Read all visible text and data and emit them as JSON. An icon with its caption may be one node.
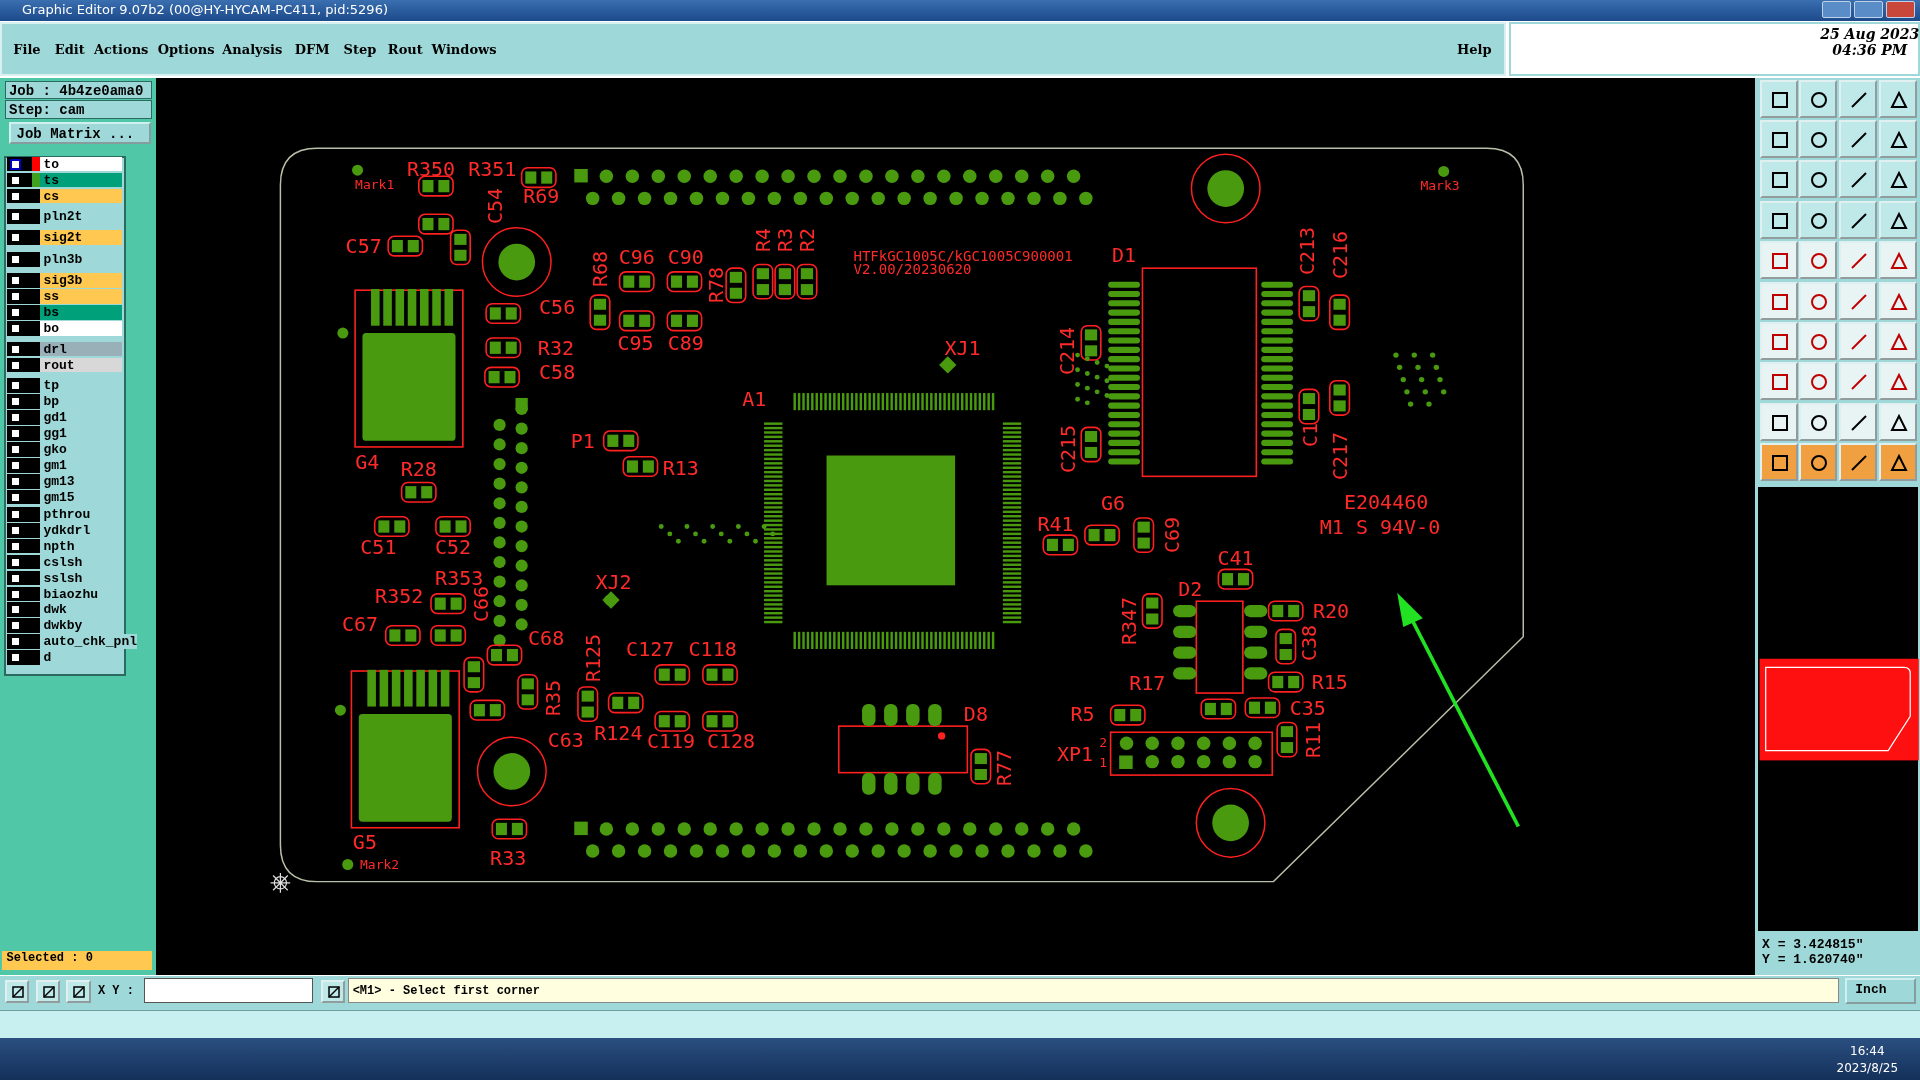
{
  "diagram": {
    "title": "Graphic Editor 9.07b2 (00@HY-HYCAM-PC411, pid:5296)",
    "labels": [
      "File",
      "Edit",
      "Actions",
      "Options",
      "Analysis",
      "DFM",
      "Step",
      "Rout",
      "Windows",
      "Help",
      "25 Aug 2023",
      "04:36 PM",
      "Job : 4b4ze0ama0",
      "Step: cam",
      "Job Matrix ...",
      "to",
      "ts",
      "cs",
      "pln2t",
      "sig2t",
      "pln3b",
      "sig3b",
      "ss",
      "bs",
      "bo",
      "drl",
      "rout",
      "tp",
      "bp",
      "gd1",
      "gg1",
      "gko",
      "gm1",
      "gm13",
      "gm15",
      "pthrou",
      "ydkdrl",
      "npth",
      "cslsh",
      "sslsh",
      "biaozhu",
      "dwk",
      "dwkby",
      "auto_chk_pnl",
      "d",
      "R350",
      "R351",
      "Mark1",
      "C54",
      "R69",
      "C57",
      "R68",
      "C96",
      "C90",
      "R4",
      "R3",
      "R2",
      "HTFkGC1005C/kGC1005C900001",
      "V2.00/20230620",
      "D1",
      "C213",
      "C216",
      "Mark3",
      "R78",
      "C56",
      "R32",
      "C95",
      "C89",
      "XJ1",
      "C214",
      "C58",
      "A1",
      "C1",
      "P1",
      "C215",
      "C217",
      "G4",
      "R28",
      "R13",
      "G6",
      "E204460",
      "R41",
      "M1 S 94V-0",
      "C69",
      "C51",
      "C52",
      "C41",
      "R353",
      "XJ2",
      "D2",
      "R352",
      "C66",
      "R20",
      "R347",
      "C67",
      "C68",
      "C127",
      "C118",
      "C38",
      "R125",
      "R17",
      "R15",
      "R35",
      "C35",
      "D8",
      "R5",
      "R124",
      "C63",
      "C119",
      "C128",
      "R11",
      "2",
      "XP1",
      "1",
      "R77",
      "G5",
      "R33",
      "Mark2",
      "Selected : 0",
      "X = 3.424815\"",
      "Y = 1.620740\"",
      "X Y :",
      "<M1> - Select first corner",
      "Inch",
      "16:44",
      "2023/8/25"
    ]
  }
}
